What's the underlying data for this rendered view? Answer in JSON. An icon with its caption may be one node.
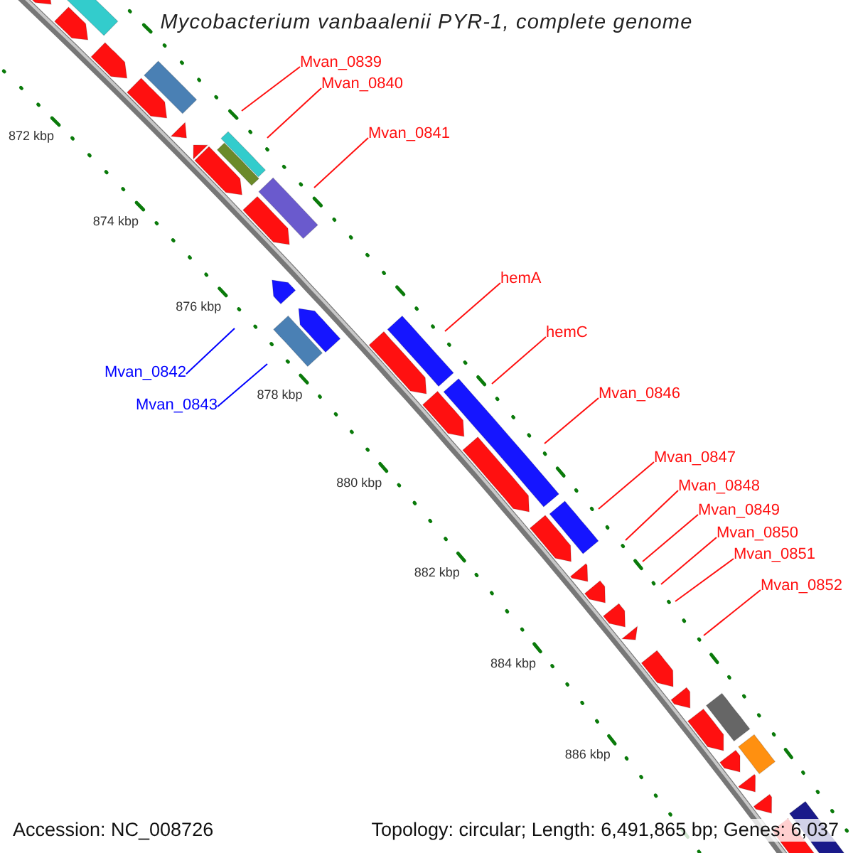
{
  "diagram": {
    "title": "Mycobacterium vanbaalenii PYR-1, complete genome",
    "nodes": [
      {
        "text": [
          "Mvan_0839"
        ]
      },
      {
        "text": [
          "Mvan_0840"
        ]
      },
      {
        "text": [
          "Mvan_0841"
        ]
      },
      {
        "text": [
          "hemA"
        ]
      },
      {
        "text": [
          "hemC"
        ]
      },
      {
        "text": [
          "Mvan_0842"
        ]
      },
      {
        "text": [
          "Mvan_0846"
        ]
      },
      {
        "text": [
          "Mvan_0843"
        ]
      },
      {
        "text": [
          "Mvan_0847"
        ]
      },
      {
        "text": [
          "Mvan_0848"
        ]
      },
      {
        "text": [
          "Mvan_0849"
        ]
      },
      {
        "text": [
          "Mvan_0850"
        ]
      },
      {
        "text": [
          "Mvan_0851"
        ]
      },
      {
        "text": [
          "Mvan_0852"
        ]
      }
    ],
    "edges": [
      {
        "from": 0,
        "to": null,
        "arrow": "none"
      },
      {
        "from": 1,
        "to": null,
        "arrow": "none"
      },
      {
        "from": 2,
        "to": null,
        "arrow": "none"
      },
      {
        "from": 3,
        "to": null,
        "arrow": "none"
      },
      {
        "from": 4,
        "to": null,
        "arrow": "none"
      },
      {
        "from": 5,
        "to": null,
        "arrow": "none",
        "color": "#0000ff"
      },
      {
        "from": 6,
        "to": null,
        "arrow": "none"
      },
      {
        "from": 7,
        "to": null,
        "arrow": "none",
        "color": "#0000ff"
      },
      {
        "from": 8,
        "to": null,
        "arrow": "none"
      },
      {
        "from": 9,
        "to": null,
        "arrow": "none"
      },
      {
        "from": 10,
        "to": null,
        "arrow": "none"
      },
      {
        "from": 11,
        "to": null,
        "arrow": "none"
      },
      {
        "from": 12,
        "to": null,
        "arrow": "none"
      },
      {
        "from": 13,
        "to": null,
        "arrow": "none"
      }
    ],
    "labels": [
      "872 kbp",
      "874 kbp",
      "876 kbp",
      "878 kbp",
      "880 kbp",
      "882 kbp",
      "884 kbp",
      "886 kbp",
      "Accession: NC_008726",
      "Topology: circular; Length: 6,491,865 bp; Genes: 6,037"
    ]
  }
}
